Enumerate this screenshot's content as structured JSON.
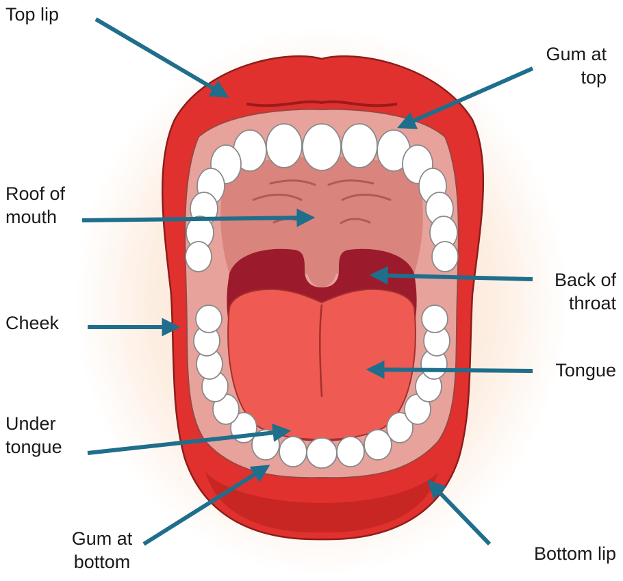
{
  "colors": {
    "arrow": "#1f6e8c",
    "lip": "#e0312f",
    "lip_outline": "#8c1d1b",
    "gum": "#e7a29c",
    "roof": "#d9847c",
    "throat": "#9b1b2c",
    "tongue": "#ef5a52",
    "tooth": "#ffffff",
    "glow": "#fde7d4"
  },
  "labels": {
    "top_lip": [
      "Top lip"
    ],
    "gum_top": [
      "Gum at",
      "top"
    ],
    "roof": [
      "Roof of",
      "mouth"
    ],
    "back_throat": [
      "Back of",
      "throat"
    ],
    "cheek": [
      "Cheek"
    ],
    "tongue": [
      "Tongue"
    ],
    "under_tongue": [
      "Under",
      "tongue"
    ],
    "gum_bottom": [
      "Gum at",
      "bottom"
    ],
    "bottom_lip": [
      "Bottom lip"
    ]
  }
}
